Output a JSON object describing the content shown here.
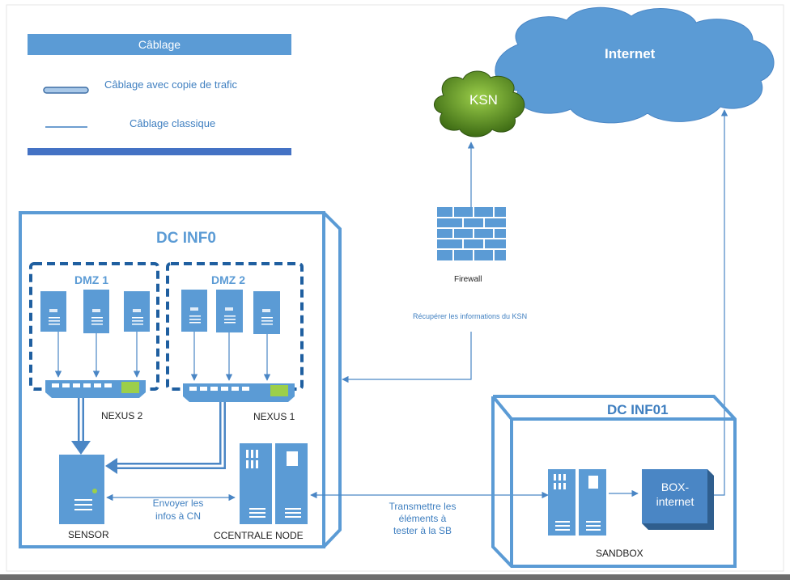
{
  "legend": {
    "title": "Câblage",
    "copy_label": "Câblage avec copie de trafic",
    "classic_label": "Câblage classique"
  },
  "clouds": {
    "internet": "Internet",
    "ksn": "KSN"
  },
  "firewall": {
    "label": "Firewall",
    "note": "Récupérer les informations du KSN"
  },
  "dc_info0": {
    "title": "DC  INF0",
    "dmz1": "DMZ 1",
    "dmz2": "DMZ 2",
    "nexus2": "NEXUS 2",
    "nexus1": "NEXUS 1",
    "sensor": "SENSOR",
    "central_node": "CCENTRALE NODE",
    "send_info": [
      "Envoyer les",
      "infos à CN"
    ]
  },
  "transmit": [
    "Transmettre les",
    "éléments à",
    "tester à la SB"
  ],
  "dc_info01": {
    "title": "DC INF01",
    "box": [
      "BOX-",
      "internet"
    ],
    "sandbox": "SANDBOX"
  },
  "colors": {
    "accent": "#5b9bd5",
    "accent_dark": "#2e75b6",
    "ksn_green": "#4f7a1f"
  }
}
